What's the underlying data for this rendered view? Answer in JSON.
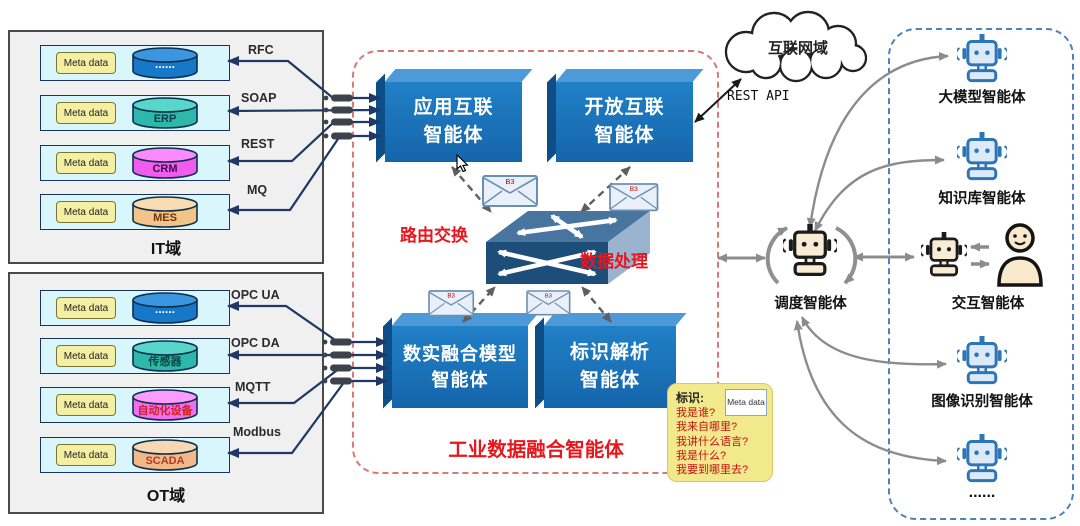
{
  "it_domain": {
    "title": "IT域",
    "rows": [
      {
        "meta": "Meta data",
        "system": "......",
        "protocol": "RFC"
      },
      {
        "meta": "Meta data",
        "system": "ERP",
        "protocol": "SOAP"
      },
      {
        "meta": "Meta data",
        "system": "CRM",
        "protocol": "REST"
      },
      {
        "meta": "Meta data",
        "system": "MES",
        "protocol": "MQ"
      }
    ]
  },
  "ot_domain": {
    "title": "OT域",
    "rows": [
      {
        "meta": "Meta data",
        "system": "......",
        "protocol": "OPC UA"
      },
      {
        "meta": "Meta data",
        "system": "传感器",
        "protocol": "OPC DA"
      },
      {
        "meta": "Meta data",
        "system": "自动化设备",
        "protocol": "MQTT"
      },
      {
        "meta": "Meta data",
        "system": "SCADA",
        "protocol": "Modbus"
      }
    ]
  },
  "fusion": {
    "title": "工业数据融合智能体",
    "router_label": "路由交换",
    "processing_label": "数据处理",
    "message_tag": "B3",
    "agents": {
      "app": {
        "line1": "应用互联",
        "line2": "智能体"
      },
      "open": {
        "line1": "开放互联",
        "line2": "智能体"
      },
      "model": {
        "line1": "数实融合模型",
        "line2": "智能体"
      },
      "identifier": {
        "line1": "标识解析",
        "line2": "智能体"
      }
    }
  },
  "internet": {
    "label": "互联网域",
    "api_label": "REST API"
  },
  "scheduler": {
    "label": "调度智能体"
  },
  "interaction": {
    "label": "交互智能体"
  },
  "agent_panel": {
    "items": [
      {
        "label": "大模型智能体"
      },
      {
        "label": "知识库智能体"
      },
      {
        "label": "图像识别智能体"
      },
      {
        "label": "......"
      }
    ]
  },
  "identity_note": {
    "title": "标识:",
    "meta": "Meta data",
    "questions": [
      "我是谁?",
      "我来自哪里?",
      "我讲什么语言?",
      "我是什么?",
      "我要到哪里去?"
    ]
  },
  "colors": {
    "agent_blue": "#1a72b8",
    "accent_red": "#e8161d",
    "robot_blue": "#2e75b6",
    "panel_dash_blue": "#4f81bd",
    "note_yellow": "#f2e88c"
  }
}
